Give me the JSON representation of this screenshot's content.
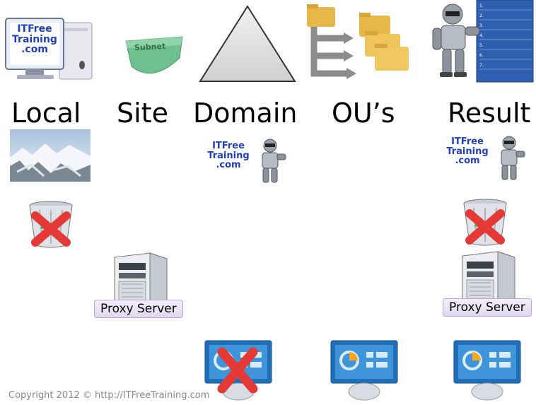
{
  "columns": [
    "Local",
    "Site",
    "Domain",
    "OU’s",
    "Result"
  ],
  "logo": {
    "line1": "ITFree",
    "line2": "Training",
    "line3": ".com"
  },
  "subnet_label": "Subnet",
  "proxy_label": "Proxy Server",
  "copyright": "Copyright 2012 © http://ITFreeTraining.com",
  "checklist_numbers": [
    "1.",
    "2.",
    "3.",
    "4.",
    "5.",
    "6.",
    "7."
  ]
}
